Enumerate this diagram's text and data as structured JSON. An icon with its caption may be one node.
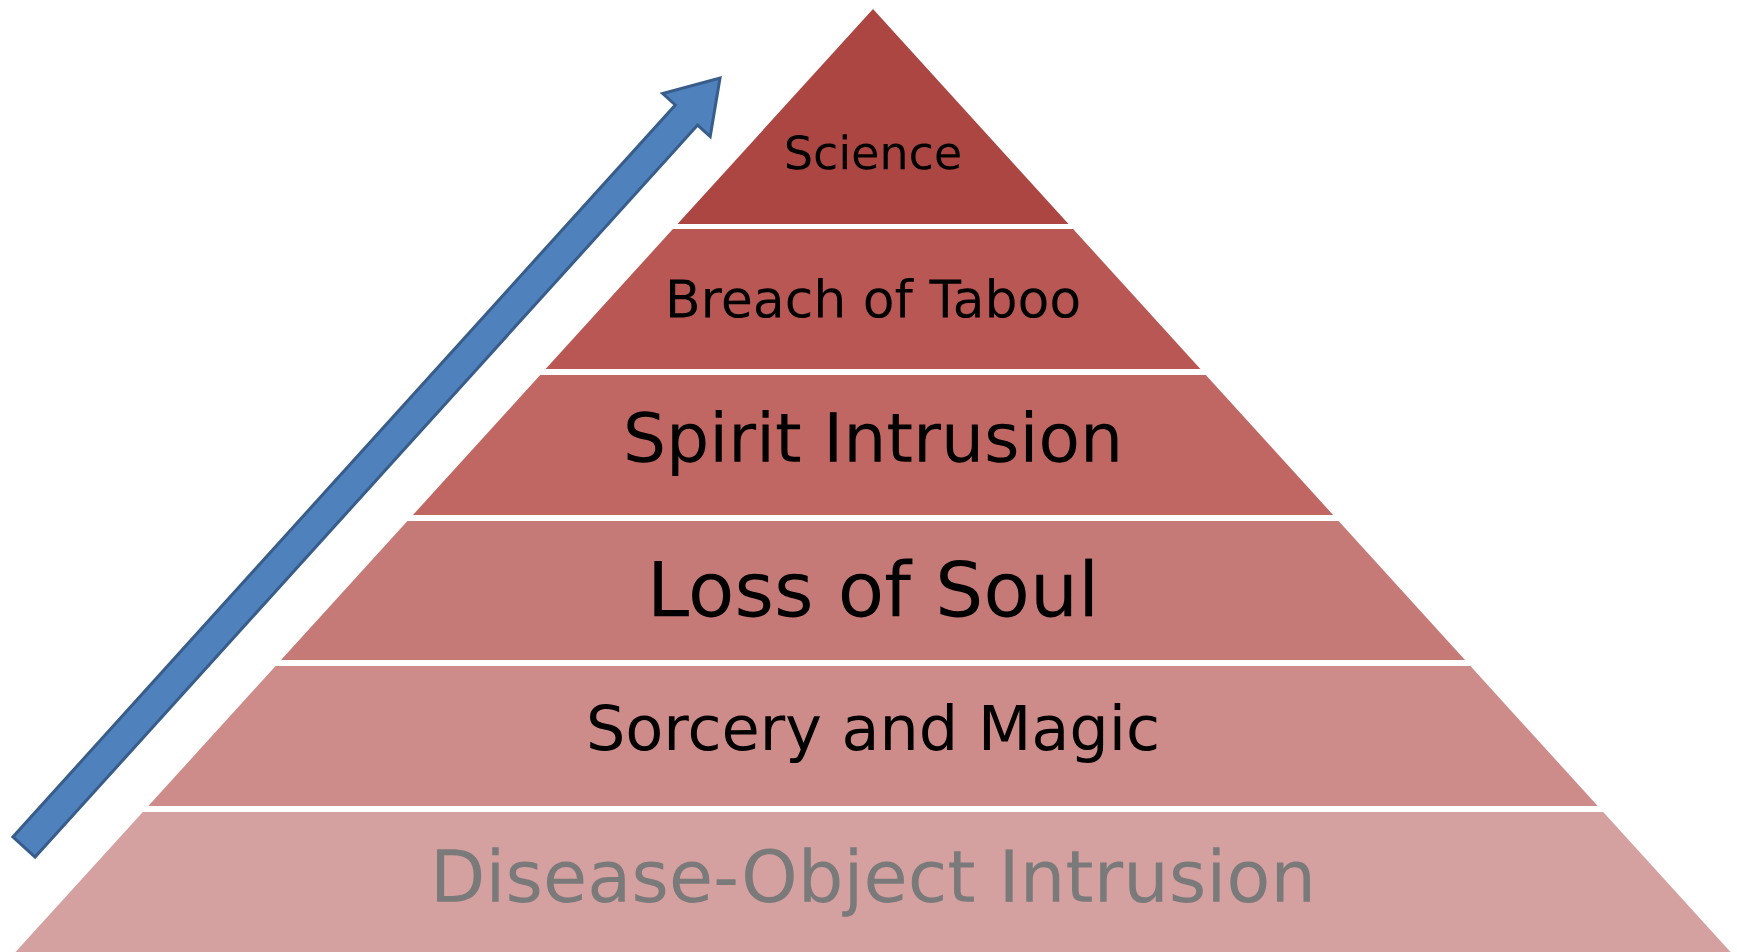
{
  "diagram": {
    "nodes": [
      {
        "text": [
          "Science"
        ]
      },
      {
        "text": [
          "Breach of Taboo"
        ]
      },
      {
        "text": [
          "Spirit Intrusion"
        ]
      },
      {
        "text": [
          "Loss of Soul"
        ]
      },
      {
        "text": [
          "Sorcery and Magic"
        ]
      },
      {
        "text": [
          "Disease-Object Intrusion"
        ]
      }
    ]
  }
}
